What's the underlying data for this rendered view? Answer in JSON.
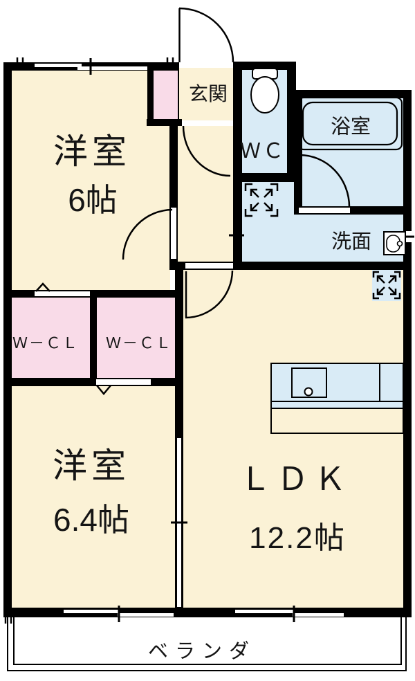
{
  "floorplan": {
    "title": "2LDK apartment floor plan",
    "rooms": {
      "bedroom1": {
        "name": "洋室",
        "size": "6帖"
      },
      "bedroom2": {
        "name": "洋室",
        "size": "6.4帖"
      },
      "ldk": {
        "name": "ＬＤＫ",
        "size": "12.2帖"
      },
      "entrance": {
        "name": "玄関"
      },
      "toilet": {
        "name": "ＷＣ"
      },
      "bathroom": {
        "name": "浴室"
      },
      "washroom": {
        "name": "洗面"
      },
      "closet1": {
        "name": "Ｗ－ＣＬ"
      },
      "closet2": {
        "name": "Ｗ－ＣＬ"
      },
      "veranda": {
        "name": "ベランダ"
      }
    },
    "colors": {
      "wall": "#000000",
      "room": "#FBF2D6",
      "closet": "#F9DBE8",
      "wet": "#D9EBF6",
      "background": "#FFFFFF"
    },
    "icons": [
      "toilet-icon",
      "bathtub-icon",
      "washbasin-icon",
      "kitchen-sink-icon",
      "vent-arrows-icon",
      "door-swing-arc",
      "sliding-window-mark",
      "folding-door-caret"
    ]
  }
}
